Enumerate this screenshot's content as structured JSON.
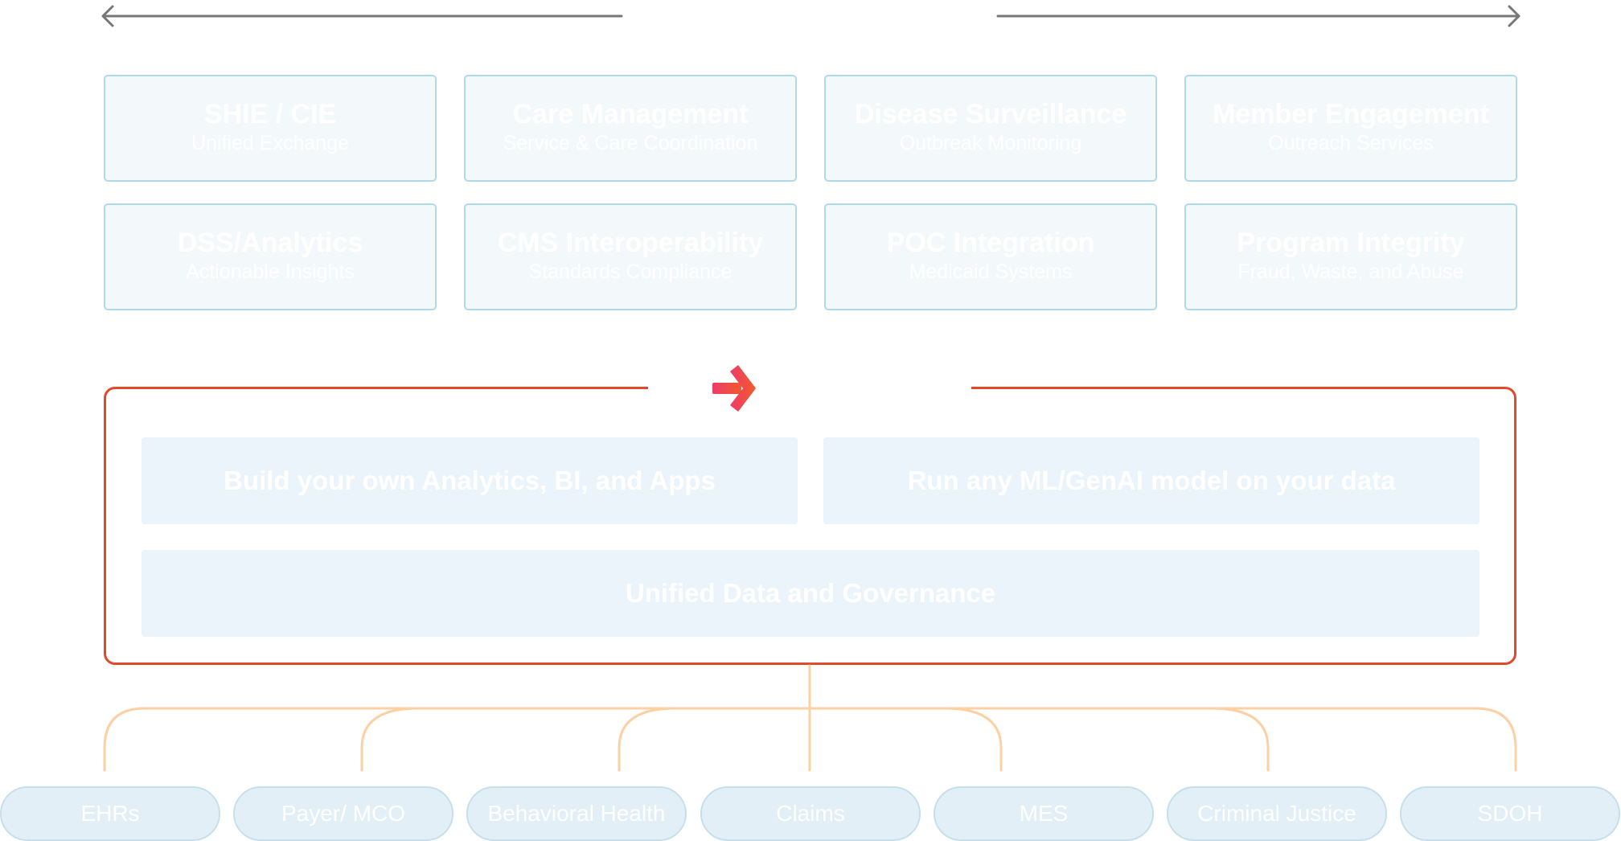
{
  "use_cases": [
    {
      "title": "SHIE / CIE",
      "subtitle": "Unified Exchange"
    },
    {
      "title": "Care Management",
      "subtitle": "Service & Care Coordination"
    },
    {
      "title": "Disease Surveillance",
      "subtitle": "Outbreak Monitoring"
    },
    {
      "title": "Member Engagement",
      "subtitle": "Outreach Services"
    },
    {
      "title": "DSS/Analytics",
      "subtitle": "Actionable Insights"
    },
    {
      "title": "CMS Interoperability",
      "subtitle": "Standards Compliance"
    },
    {
      "title": "POC Integration",
      "subtitle": "Medicaid Systems"
    },
    {
      "title": "Program Integrity",
      "subtitle": "Fraud, Waste, and Abuse"
    }
  ],
  "platform": {
    "panels": {
      "build": "Build your own Analytics, BI, and Apps",
      "ml": "Run any ML/GenAI model on your data",
      "unified": "Unified Data and Governance"
    }
  },
  "sources": [
    "EHRs",
    "Payer/ MCO",
    "Behavioral Health",
    "Claims",
    "MES",
    "Criminal Justice",
    "SDOH"
  ],
  "colors": {
    "platform_border": "#e04a2b",
    "connector": "#fbd0a2",
    "card_border": "#b2d9e7",
    "arrow": "#777777"
  },
  "icons": [
    "left-arrow-icon",
    "right-arrow-icon",
    "brand-logo-icon"
  ]
}
